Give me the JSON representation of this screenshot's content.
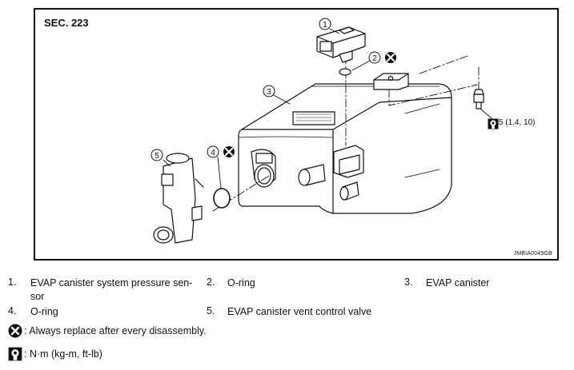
{
  "figure": {
    "section_label": "SEC. 223",
    "image_code": "JMBIA0049GB",
    "callouts": [
      "1",
      "2",
      "3",
      "4",
      "5"
    ],
    "torque_value": "13.5 (1.4, 10)"
  },
  "parts": [
    {
      "num": "1.",
      "name": "EVAP canister system pressure sen-",
      "name_cont": "sor"
    },
    {
      "num": "2.",
      "name": "O-ring"
    },
    {
      "num": "3.",
      "name": "EVAP canister"
    },
    {
      "num": "4.",
      "name": "O-ring"
    },
    {
      "num": "5.",
      "name": "EVAP canister vent control valve"
    }
  ],
  "notes": {
    "replace": ": Always replace after every disassembly.",
    "torque_unit": ": N·m (kg-m, ft-lb)"
  }
}
